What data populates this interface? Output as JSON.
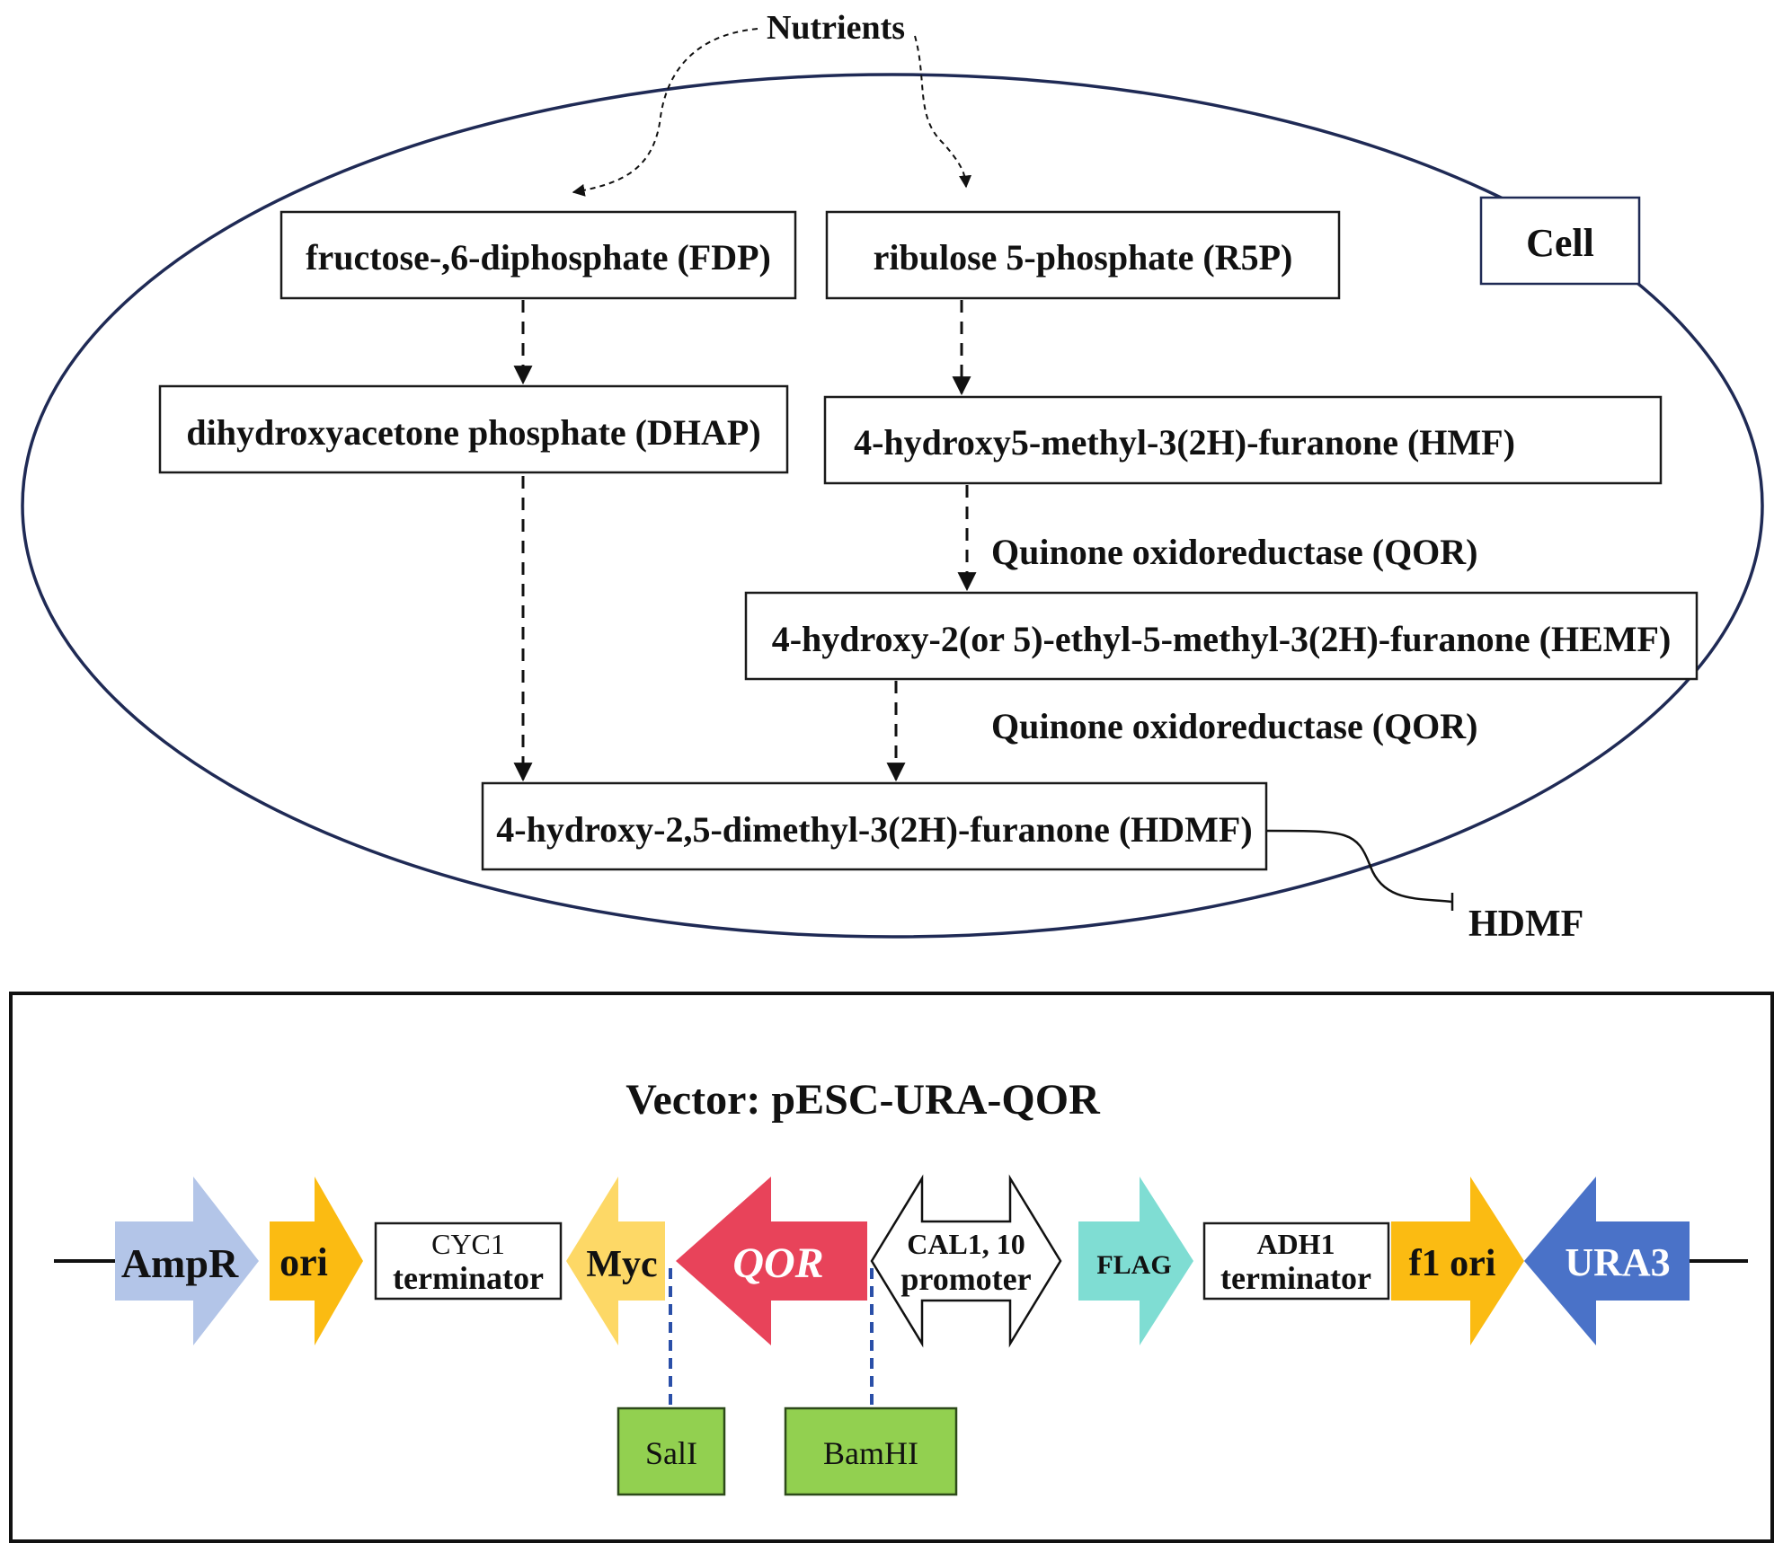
{
  "pathway": {
    "nutrients": "Nutrients",
    "cell": "Cell",
    "fdp": "fructose-,6-diphosphate (FDP)",
    "r5p": "ribulose 5-phosphate (R5P)",
    "dhap": "dihydroxyacetone phosphate (DHAP)",
    "hmf": "4-hydroxy5-methyl-3(2H)-furanone (HMF)",
    "enzyme_1": "Quinone oxidoreductase (QOR)",
    "hemf": "4-hydroxy-2(or 5)-ethyl-5-methyl-3(2H)-furanone (HEMF)",
    "enzyme_2": "Quinone oxidoreductase (QOR)",
    "hdmf": "4-hydroxy-2,5-dimethyl-3(2H)-furanone (HDMF)",
    "hdmf_out": "HDMF"
  },
  "vector": {
    "title": "Vector: pESC-URA-QOR",
    "elements": {
      "ampr": "AmpR",
      "ori": "ori",
      "cyc1_line1": "CYC1",
      "cyc1_line2": "terminator",
      "myc": "Myc",
      "qor": "QOR",
      "gal_line1": "CAL1, 10",
      "gal_line2": "promoter",
      "flag": "FLAG",
      "adh1_line1": "ADH1",
      "adh1_line2": "terminator",
      "f1ori": "f1 ori",
      "ura3": "URA3"
    },
    "sites": {
      "sali": "SalI",
      "bamhi": "BamHI"
    }
  },
  "colors": {
    "ampr": "#b3c5e8",
    "ori": "#fbbb12",
    "myc": "#fdd866",
    "qor": "#e8435a",
    "flag": "#7fddd3",
    "f1ori": "#fbbb12",
    "ura3": "#4a72c8",
    "site_box": "#92d050",
    "cell_outline": "#1f2a55"
  }
}
